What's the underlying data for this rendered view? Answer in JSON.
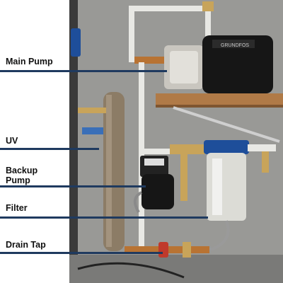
{
  "labels": {
    "main_pump": "Main Pump",
    "uv": "UV",
    "backup_pump": "Backup\nPump",
    "filter": "Filter",
    "drain_tap": "Drain Tap"
  },
  "pump_brand": "GRUNDFOS",
  "colors": {
    "leader_line": "#1f3a5f",
    "label_text": "#111111",
    "wall": "#9c9c9a",
    "shelf_wood": "#b07a47",
    "pump_black": "#161616",
    "pump_steel": "#c9c6bf",
    "copper": "#b87333",
    "brass": "#c8a45a",
    "filter_housing": "#dcdcd6",
    "filter_blue": "#1e4e9a",
    "uv_tube": "#8c7c66",
    "drain_valve_red": "#c0392b"
  }
}
